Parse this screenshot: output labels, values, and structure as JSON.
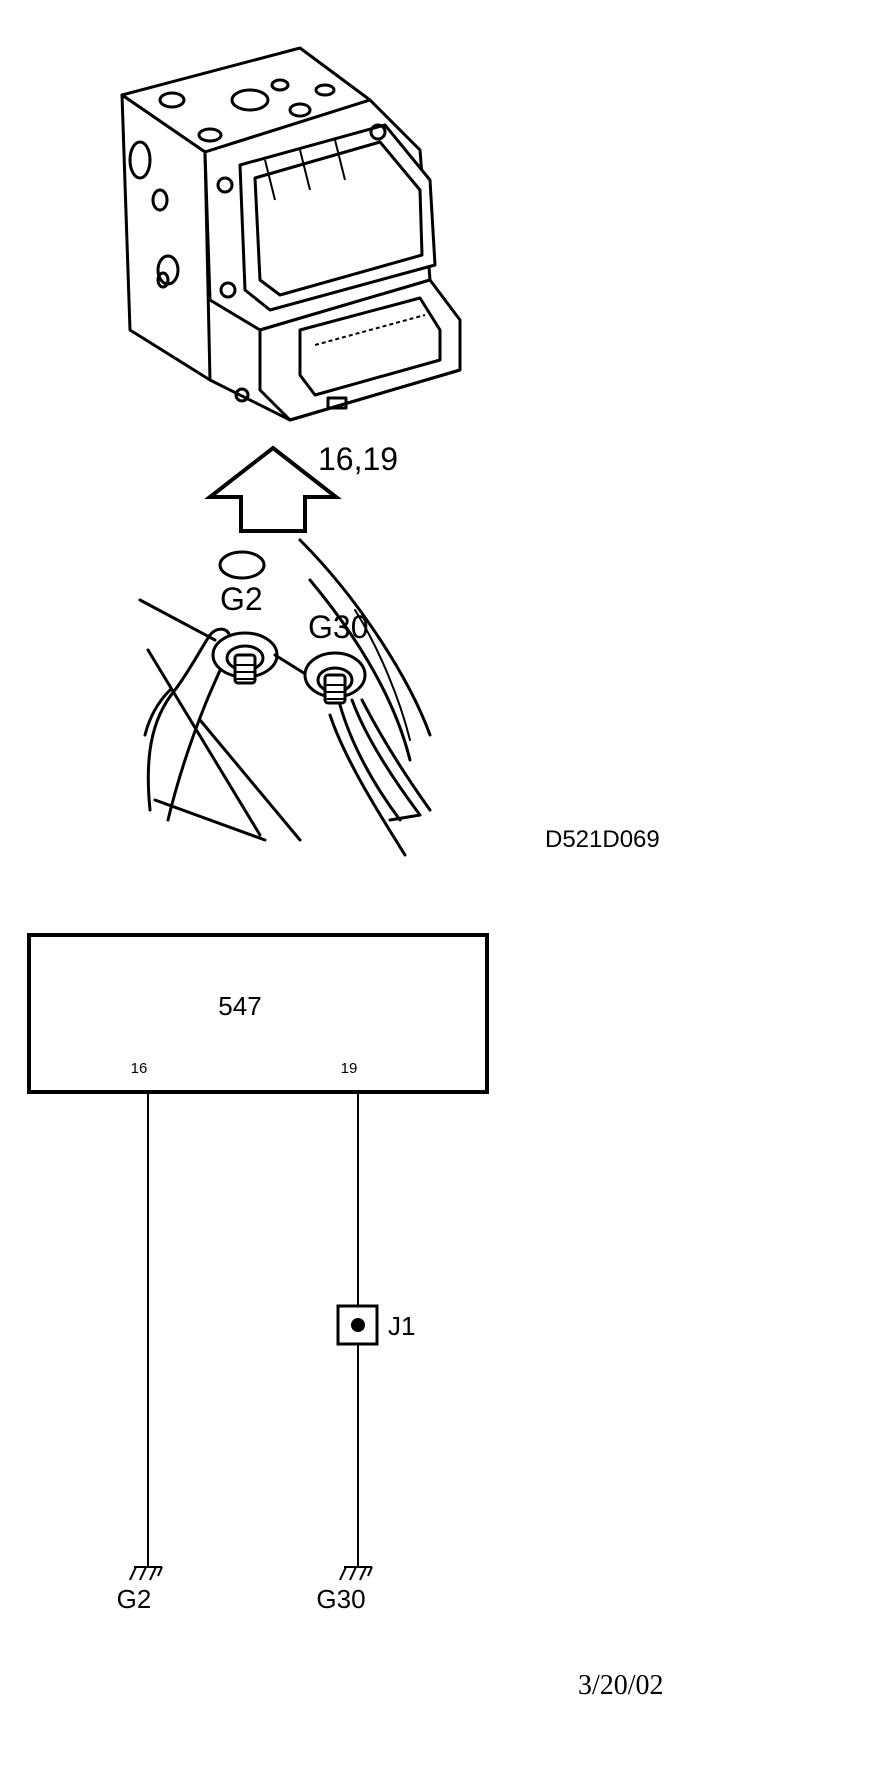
{
  "illustration": {
    "pin_callout": "16,19",
    "ground_label_left": "G2",
    "ground_label_right": "G30",
    "figure_code": "D521D069"
  },
  "schematic": {
    "module_label": "547",
    "pin_left": "16",
    "pin_right": "19",
    "junction_label": "J1",
    "ground_left": "G2",
    "ground_right": "G30"
  },
  "footer": {
    "date": "3/20/02"
  },
  "icons": [
    "abs-control-unit-icon",
    "up-arrow-icon",
    "ground-bolt-icon",
    "ground-symbol-icon",
    "junction-icon"
  ]
}
